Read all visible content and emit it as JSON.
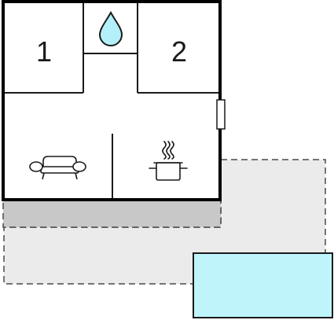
{
  "floorplan": {
    "rooms": [
      {
        "id": "bedroom-1",
        "label": "1"
      },
      {
        "id": "bedroom-2",
        "label": "2"
      }
    ],
    "icons": {
      "bathroom": "water-drop-icon",
      "living": "sofa-icon",
      "kitchen": "cooking-pot-icon",
      "door": "door-icon"
    },
    "colors": {
      "wall": "#000000",
      "terrace_fill": "#ebebeb",
      "terrace_border": "#4a4a4a",
      "veranda_fill": "#c8c8c8",
      "pool_fill": "#bff4fb",
      "pool_border": "#1a1a1a",
      "drop_fill": "#b3f0fa"
    }
  }
}
